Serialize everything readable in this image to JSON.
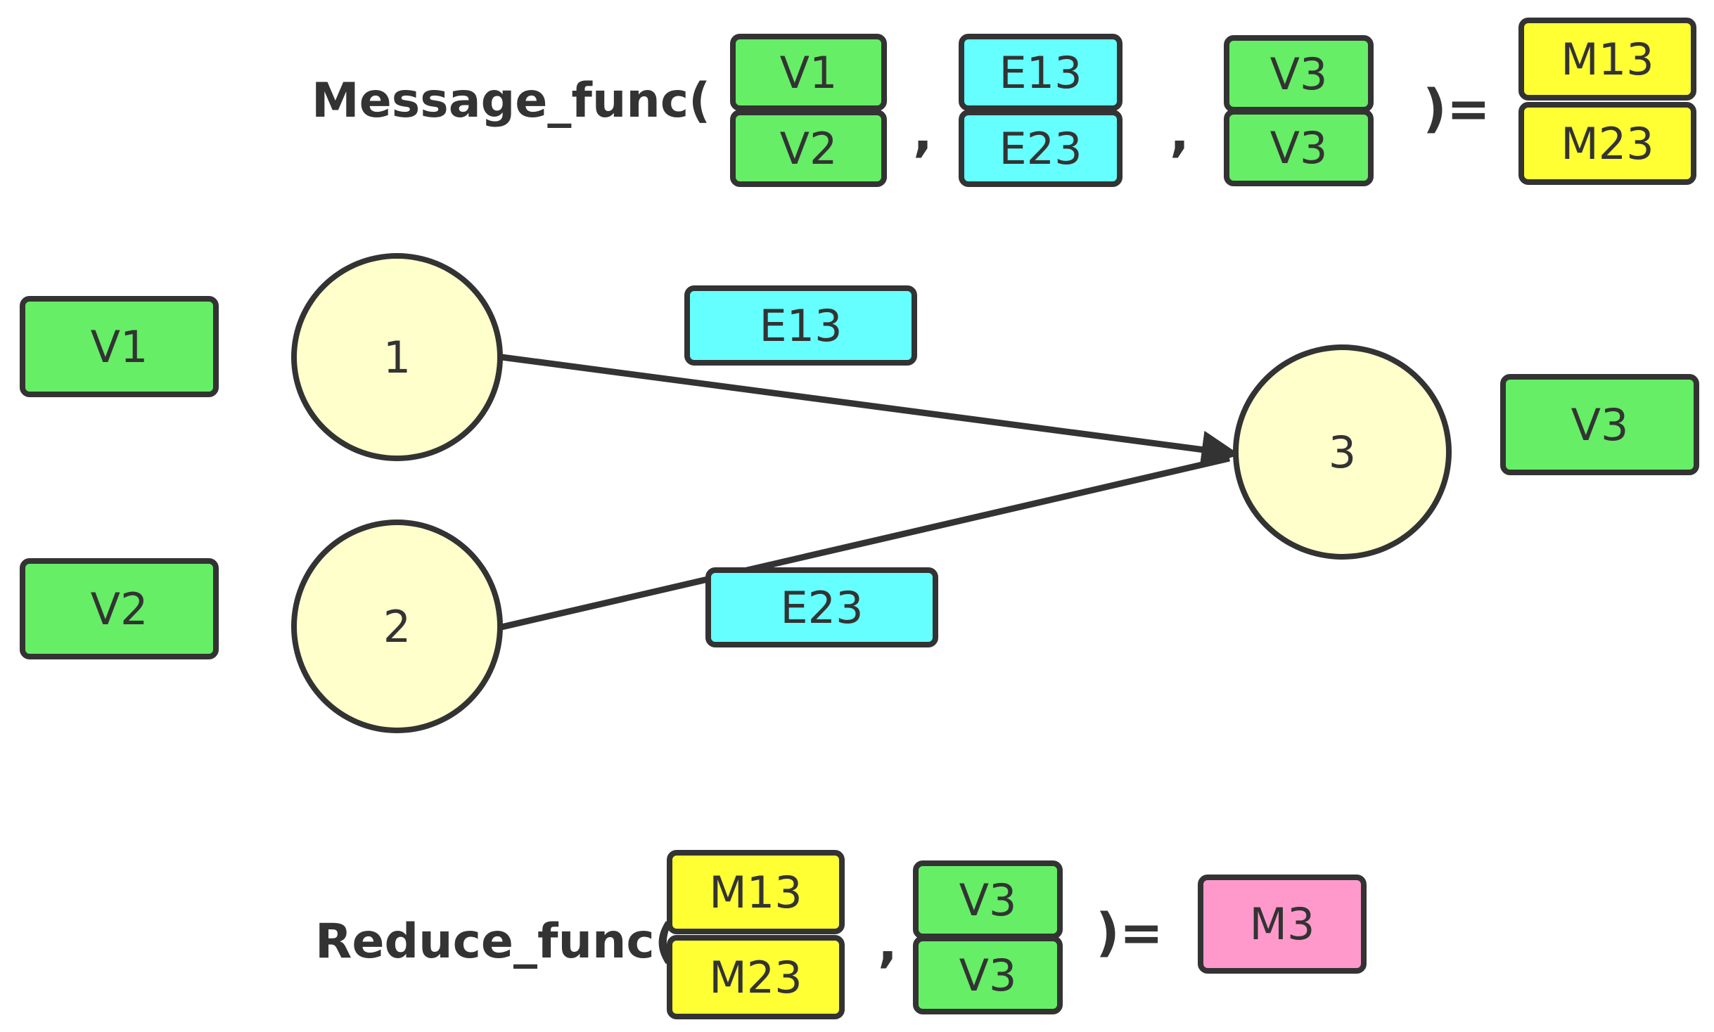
{
  "message_eq": {
    "func_label": "Message_func(",
    "arg1": [
      "V1",
      "V2"
    ],
    "comma1": ",",
    "arg2": [
      "E13",
      "E23"
    ],
    "comma2": ",",
    "arg3": [
      "V3",
      "V3"
    ],
    "equals": ")=",
    "result": [
      "M13",
      "M23"
    ]
  },
  "graph": {
    "nodes": [
      {
        "id": "1",
        "label": "1"
      },
      {
        "id": "2",
        "label": "2"
      },
      {
        "id": "3",
        "label": "3"
      }
    ],
    "edges": [
      {
        "from": "1",
        "to": "3",
        "label": "E13"
      },
      {
        "from": "2",
        "to": "3",
        "label": "E23"
      }
    ],
    "node_features": {
      "v1": "V1",
      "v2": "V2",
      "v3": "V3"
    }
  },
  "reduce_eq": {
    "func_label": "Reduce_func(",
    "arg1": [
      "M13",
      "M23"
    ],
    "comma": ",",
    "arg2": [
      "V3",
      "V3"
    ],
    "equals": ")=",
    "result": "M3"
  },
  "colors": {
    "vertex_feature": "#66ee66",
    "edge_feature": "#66ffff",
    "message": "#ffff33",
    "reduced": "#ff99cc",
    "node_fill": "#ffffcc",
    "stroke": "#333333"
  }
}
